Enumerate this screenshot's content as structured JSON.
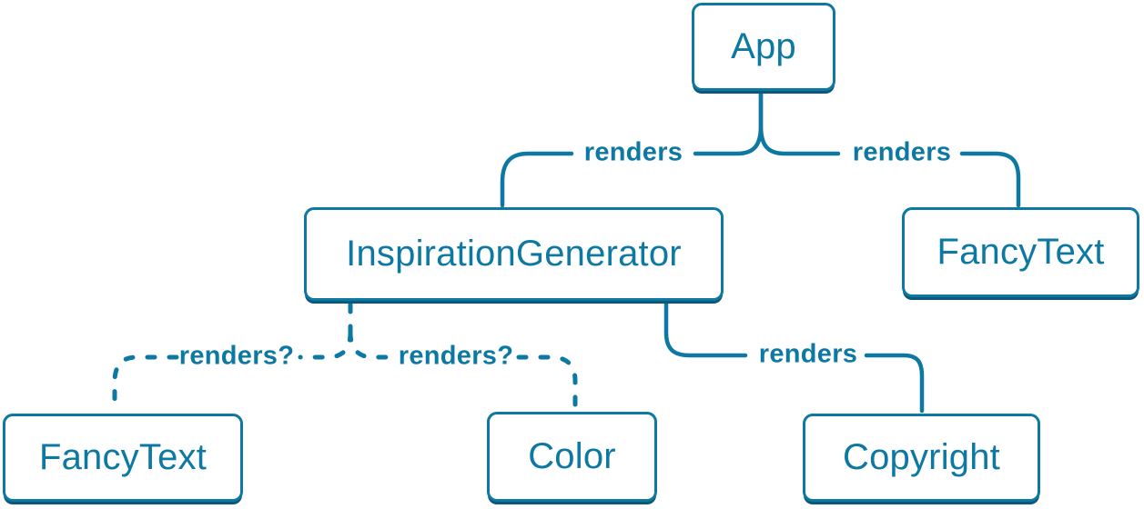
{
  "diagram": {
    "colors": {
      "accent": "#0d79a3",
      "shadow": "#0d5878",
      "node-bg": "#ffffff",
      "page-bg": "#ffffff"
    },
    "nodes": [
      {
        "id": "app",
        "label": "App"
      },
      {
        "id": "inspiration-generator",
        "label": "InspirationGenerator"
      },
      {
        "id": "fancy-text-top",
        "label": "FancyText"
      },
      {
        "id": "fancy-text-bottom",
        "label": "FancyText"
      },
      {
        "id": "color",
        "label": "Color"
      },
      {
        "id": "copyright",
        "label": "Copyright"
      }
    ],
    "edges": [
      {
        "from": "App",
        "to": "InspirationGenerator",
        "label": "renders",
        "style": "solid"
      },
      {
        "from": "App",
        "to": "FancyText",
        "label": "renders",
        "style": "solid"
      },
      {
        "from": "InspirationGenerator",
        "to": "FancyText",
        "label": "renders?",
        "style": "dashed"
      },
      {
        "from": "InspirationGenerator",
        "to": "Color",
        "label": "renders?",
        "style": "dashed"
      },
      {
        "from": "InspirationGenerator",
        "to": "Copyright",
        "label": "renders",
        "style": "solid"
      }
    ]
  }
}
